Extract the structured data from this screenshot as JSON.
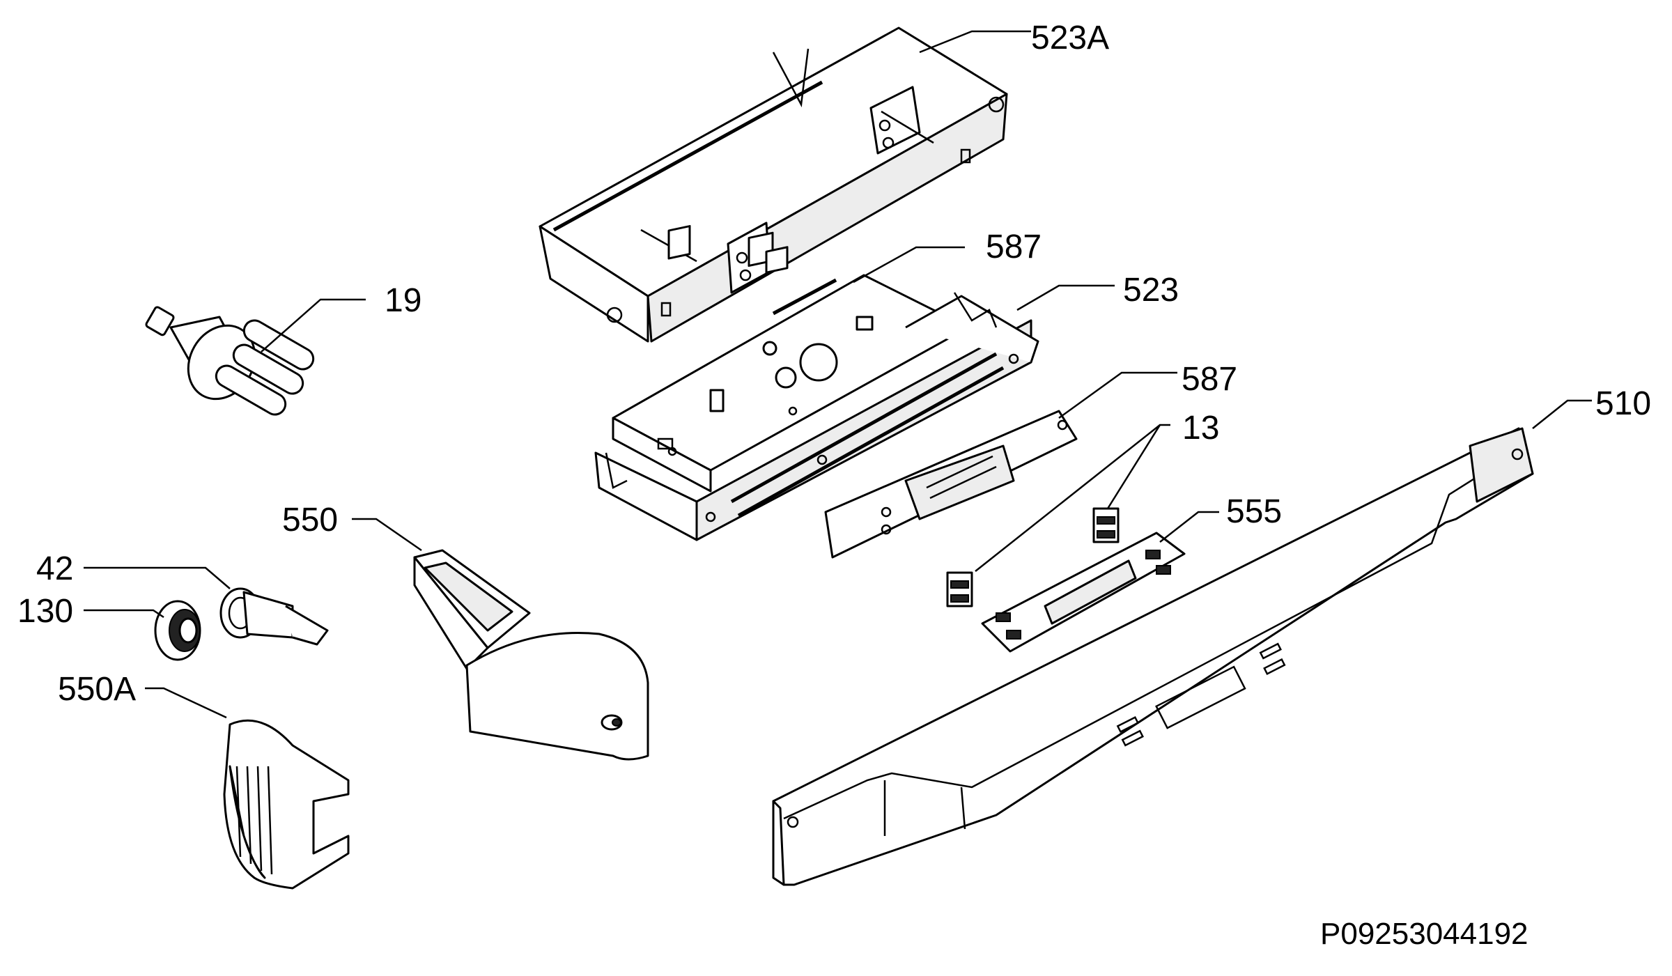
{
  "labels": {
    "l_523A": "523A",
    "l_587_top": "587",
    "l_523": "523",
    "l_19": "19",
    "l_587_mid": "587",
    "l_510": "510",
    "l_13": "13",
    "l_555": "555",
    "l_550": "550",
    "l_42": "42",
    "l_130": "130",
    "l_550A": "550A"
  },
  "drawing_code": "P09253044192"
}
